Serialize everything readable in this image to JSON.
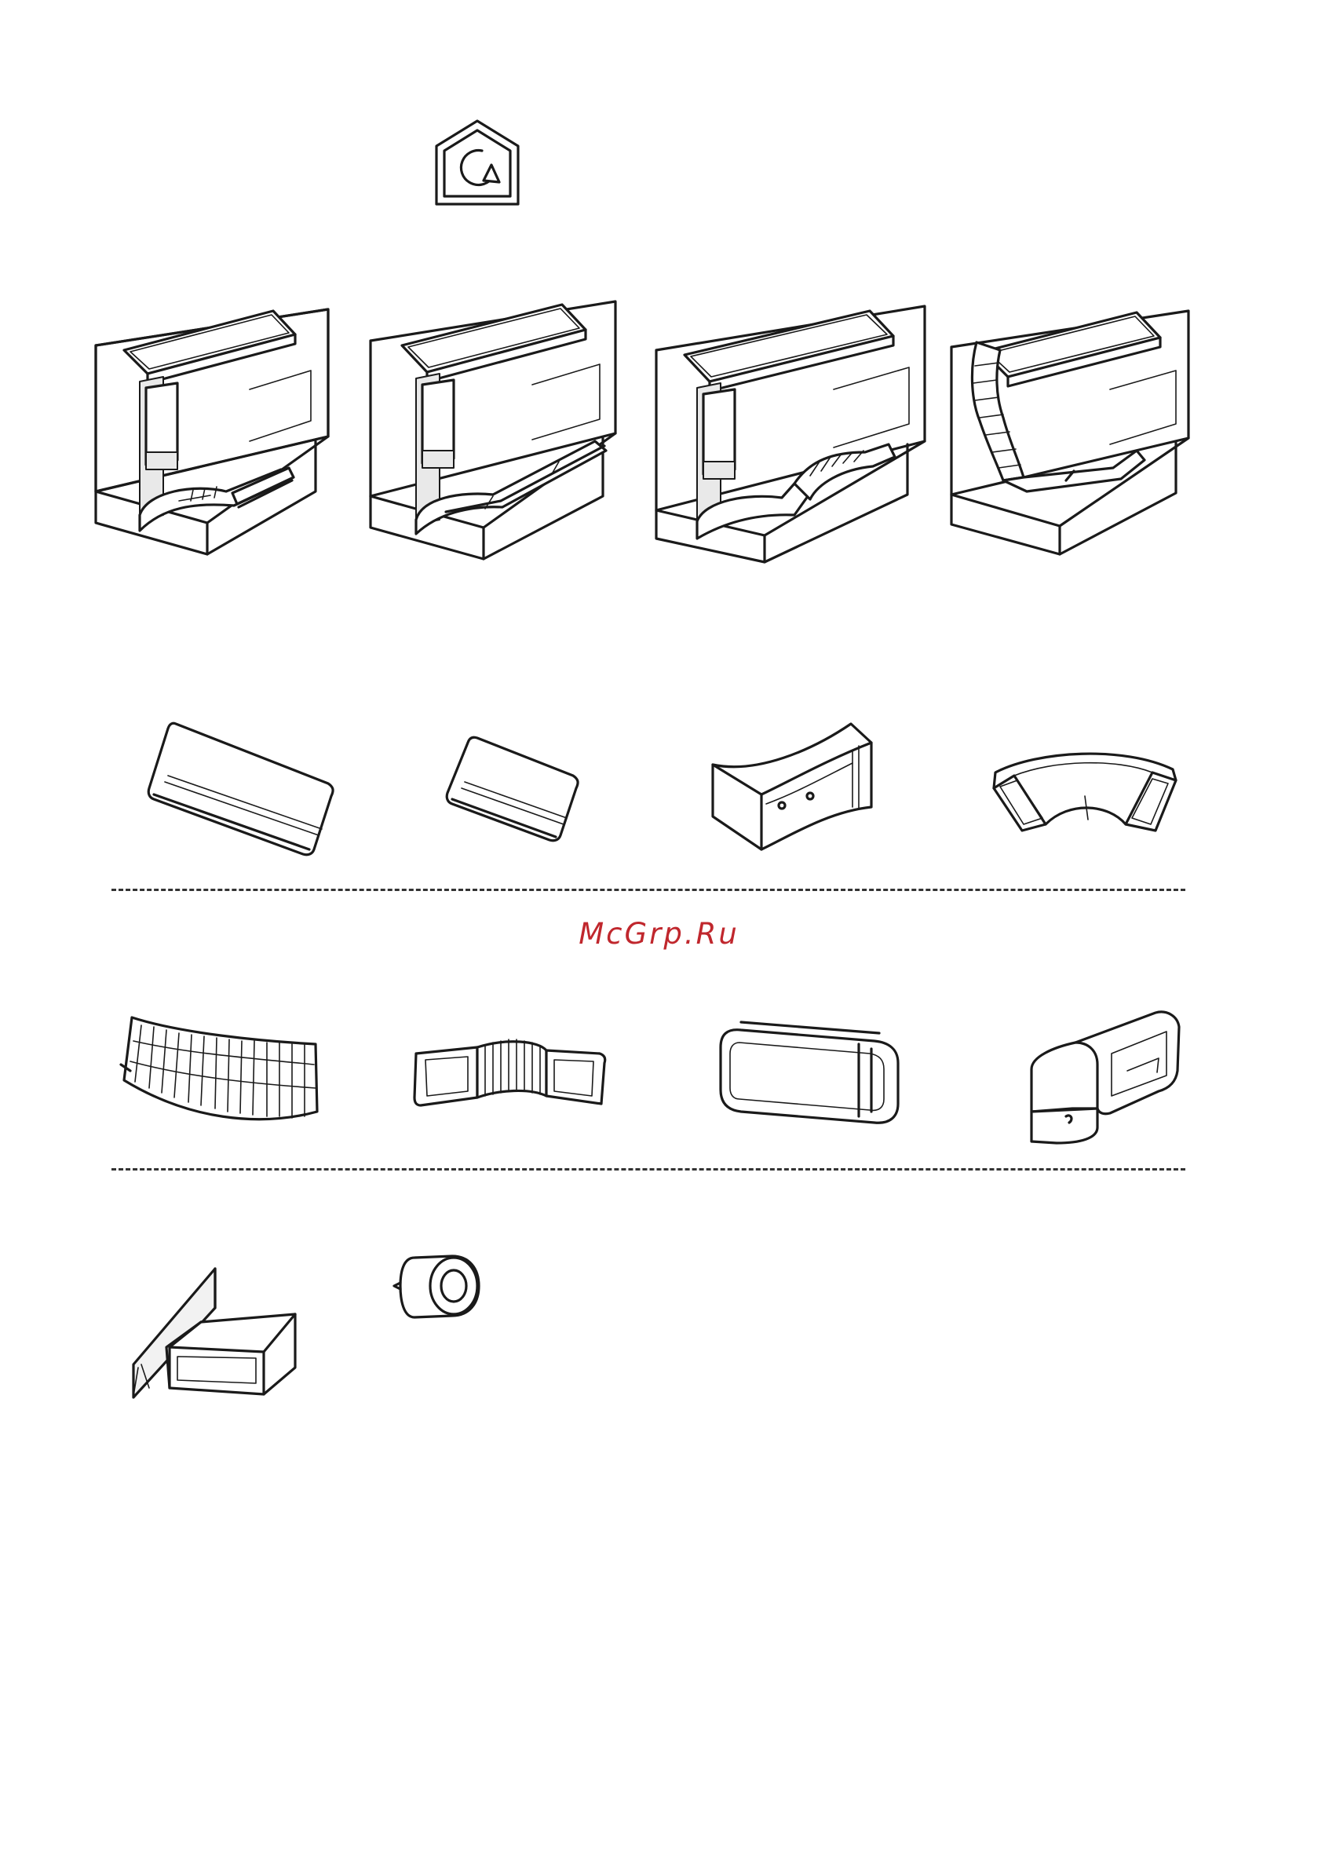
{
  "watermark": {
    "text": "McGrp.Ru",
    "color": "#c0272d"
  },
  "header_icon": "recirculation-house-icon",
  "installation_variants": [
    "installation-variant-1",
    "installation-variant-2",
    "installation-variant-3",
    "installation-variant-4"
  ],
  "parts_rows": [
    [
      "flat-duct-long",
      "flat-duct-short",
      "duct-connector",
      "curved-elbow"
    ],
    [
      "flexible-hose",
      "flexible-flat-connector",
      "duct-sleeve",
      "vertical-elbow"
    ],
    [
      "plinth-grille-adapter",
      "sealing-tape-roll"
    ]
  ]
}
